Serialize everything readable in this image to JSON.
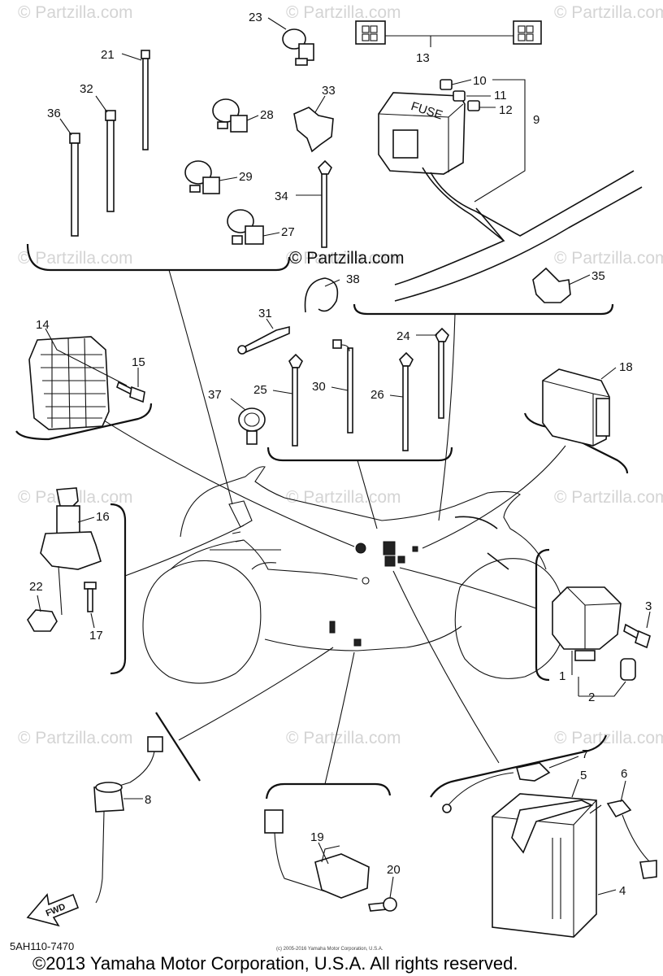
{
  "watermarks": [
    {
      "text": "© Partzilla.com"
    },
    {
      "text": "© Partzilla.com"
    },
    {
      "text": "© Partzilla.com"
    },
    {
      "text": "© Partzilla.com"
    },
    {
      "text": "© Partzilla.com"
    },
    {
      "text": "© Partzilla.com"
    },
    {
      "text": "© Partzilla.com"
    },
    {
      "text": "© Partzilla.com"
    },
    {
      "text": "© Partzilla.com"
    },
    {
      "text": "© Partzilla.com"
    },
    {
      "text": "© Partzilla.com"
    },
    {
      "text": "© Partzilla.com"
    }
  ],
  "center_watermark": "© Partzilla.com",
  "callouts": {
    "c1": "1",
    "c2": "2",
    "c3": "3",
    "c4": "4",
    "c5": "5",
    "c6": "6",
    "c7": "7",
    "c8": "8",
    "c9": "9",
    "c10": "10",
    "c11": "11",
    "c12": "12",
    "c13": "13",
    "c14": "14",
    "c15": "15",
    "c16": "16",
    "c17": "17",
    "c18": "18",
    "c19": "19",
    "c20": "20",
    "c21": "21",
    "c22": "22",
    "c23": "23",
    "c24": "24",
    "c25": "25",
    "c26": "26",
    "c27": "27",
    "c28": "28",
    "c29": "29",
    "c30": "30",
    "c31": "31",
    "c32": "32",
    "c33": "33",
    "c34": "34",
    "c35": "35",
    "c36": "36",
    "c37": "37",
    "c38": "38"
  },
  "fuse_label": "FUSE",
  "fwd_label": "FWD",
  "diagram_code": "5AH110-7470",
  "tiny_notice": "(c) 2005-2016 Yamaha Motor Corporation, U.S.A.",
  "copyright": "©2013 Yamaha Motor Corporation, U.S.A. All rights reserved."
}
